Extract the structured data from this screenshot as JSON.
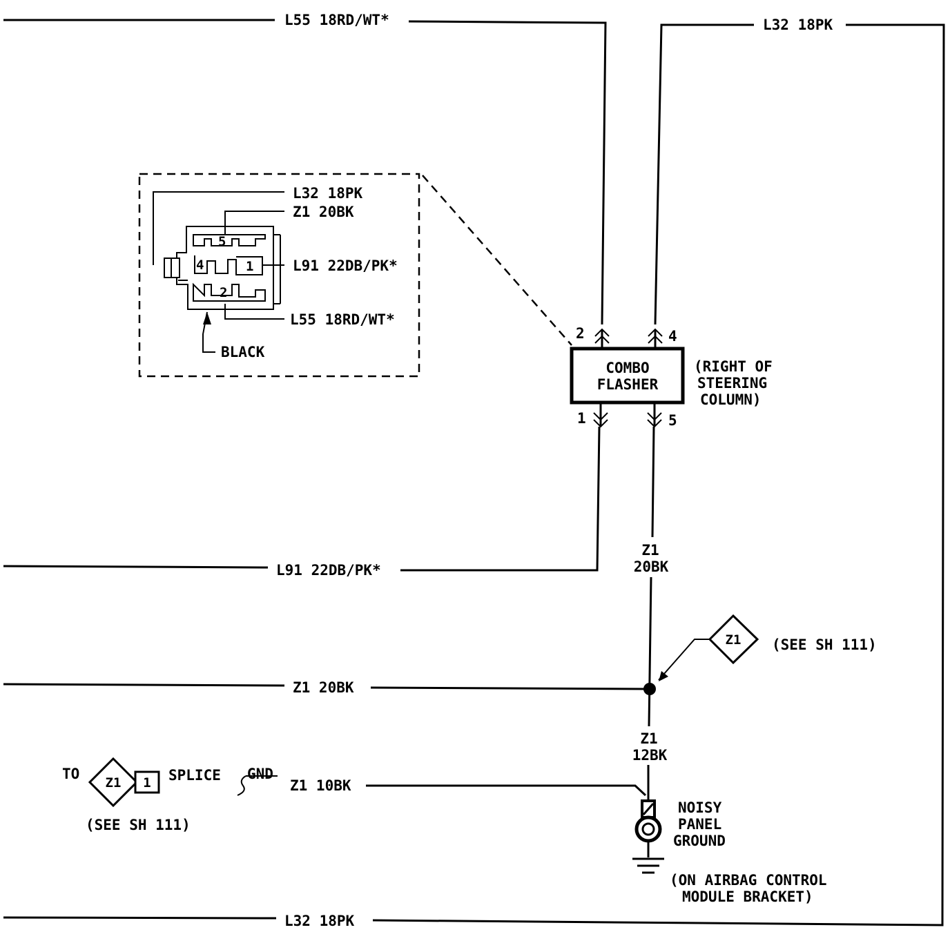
{
  "wires": {
    "top_l55": "L55 18RD/WT*",
    "top_l32": "L32 18PK",
    "l91": "L91 22DB/PK*",
    "z1_20bk": "Z1 20BK",
    "z1_10bk": "Z1 10BK",
    "bottom_l32": "L32 18PK",
    "z1_vertical_top": [
      "Z1",
      "20BK"
    ],
    "z1_vertical_bottom": [
      "Z1",
      "12BK"
    ]
  },
  "flasher": {
    "label": [
      "COMBO",
      "FLASHER"
    ],
    "location": [
      "(RIGHT OF",
      "STEERING",
      "COLUMN)"
    ],
    "pins": {
      "p2": "2",
      "p4": "4",
      "p1": "1",
      "p5": "5"
    }
  },
  "connector_inset": {
    "wire_labels": [
      "L32 18PK",
      "Z1 20BK",
      "L91 22DB/PK*",
      "L55 18RD/WT*"
    ],
    "color_label": "BLACK",
    "cavities": {
      "c5": "5",
      "c4": "4",
      "c1": "1",
      "c2": "2"
    }
  },
  "splice_ref": {
    "diamond": "Z1",
    "see": "(SEE SH 111)"
  },
  "left_ref": {
    "to": "TO",
    "diamond": "Z1",
    "box": "1",
    "splice": "SPLICE",
    "gnd": "GND",
    "see": "(SEE SH 111)"
  },
  "ground": {
    "label": [
      "NOISY",
      "PANEL",
      "GROUND"
    ],
    "location": [
      "(ON AIRBAG CONTROL",
      "MODULE BRACKET)"
    ]
  }
}
